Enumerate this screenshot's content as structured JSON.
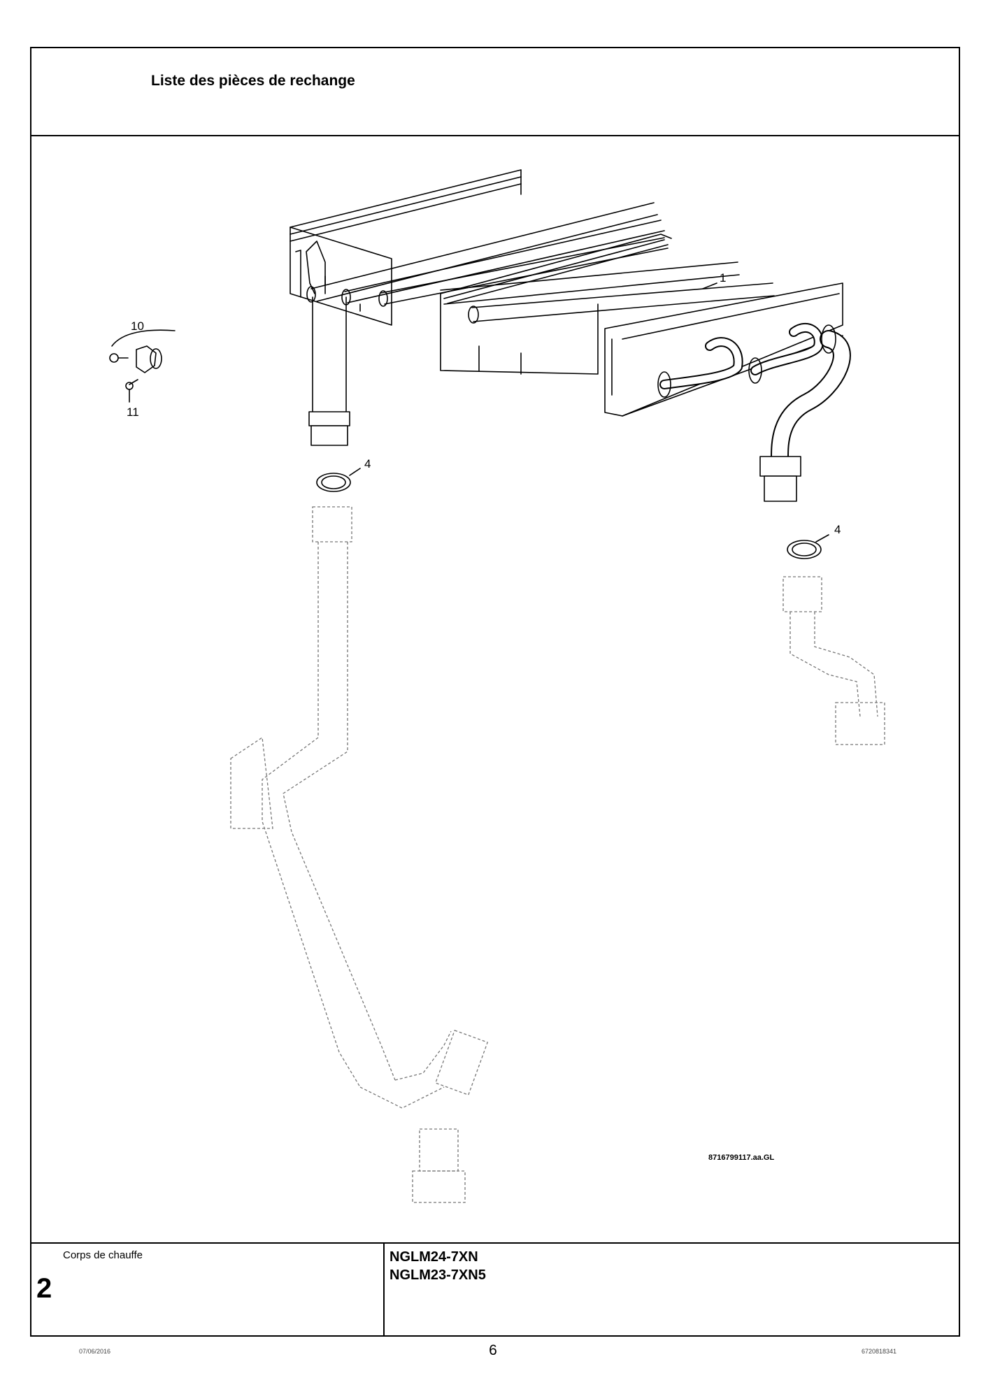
{
  "header": {
    "title": "Liste des pièces de rechange"
  },
  "diagram": {
    "callouts": {
      "c1": "1",
      "c4a": "4",
      "c4b": "4",
      "c10": "10",
      "c11": "11"
    },
    "drawing_ref": "8716799117.aa.GL"
  },
  "footer": {
    "group_name": "Corps de chauffe",
    "group_number": "2",
    "models": [
      "NGLM24-7XN",
      "NGLM23-7XN5"
    ]
  },
  "page": {
    "date": "07/06/2016",
    "number": "6",
    "doc_number": "6720818341"
  }
}
